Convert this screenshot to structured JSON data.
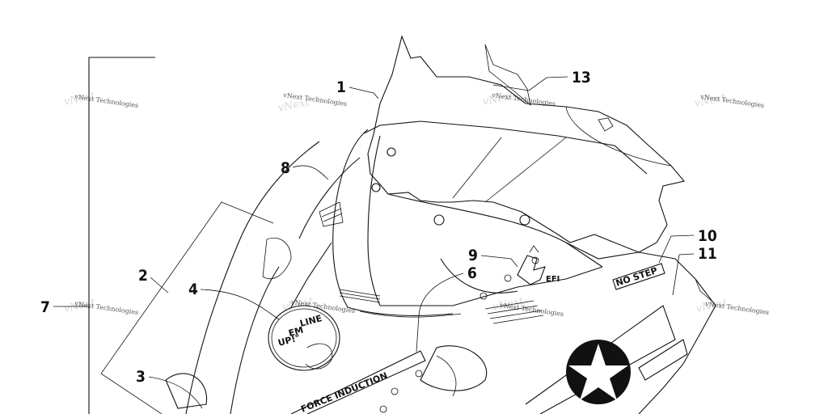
{
  "callouts": {
    "c1": "1",
    "c2": "2",
    "c3": "3",
    "c4": "4",
    "c6": "6",
    "c7": "7",
    "c8": "8",
    "c9": "9",
    "c10": "10",
    "c11": "11",
    "c13": "13"
  },
  "watermark": "vNext Technologies",
  "decals": {
    "no_step": "NO STEP",
    "force_induction": "FORCE INDUCTION",
    "efi": "EFI",
    "badge_line1": "LINE",
    "badge_line2": "EM",
    "badge_line3": "UP!\""
  },
  "colors": {
    "ink": "#111111",
    "background": "#ffffff"
  }
}
